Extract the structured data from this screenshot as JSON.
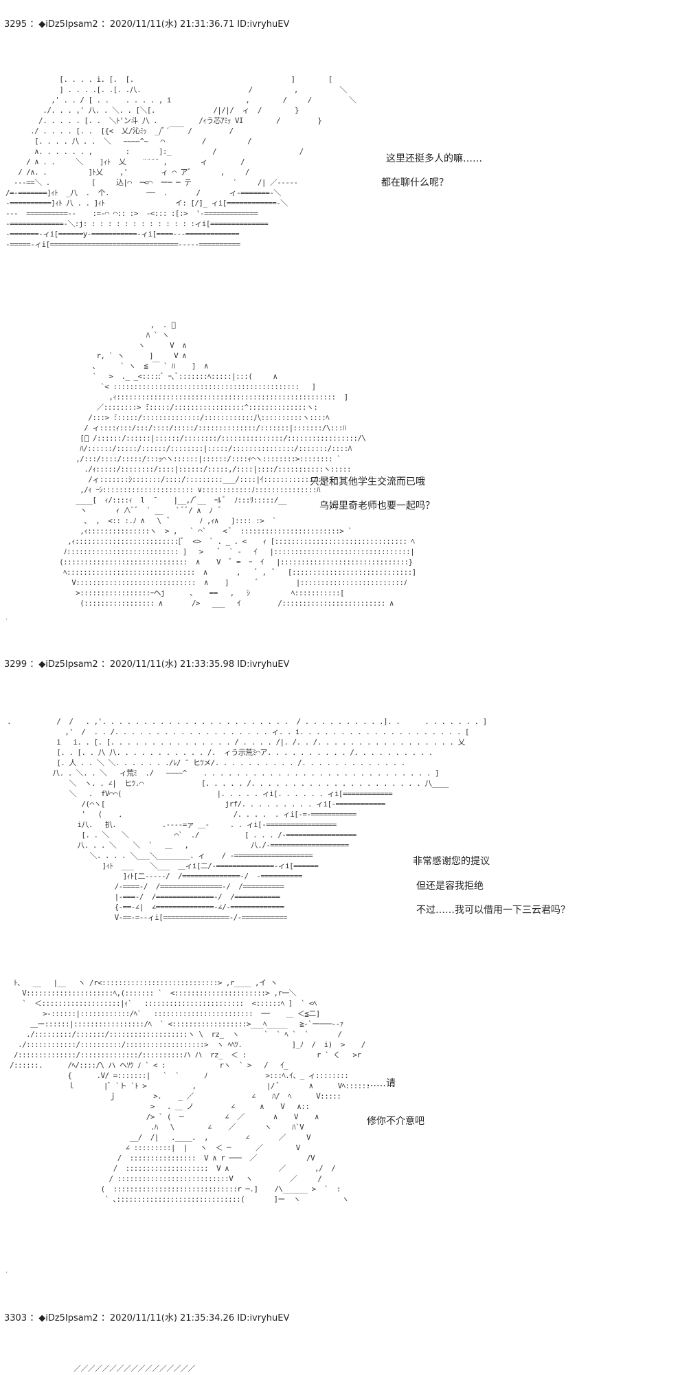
{
  "posts": [
    {
      "header": "3295 ：◆iDz5Ipsam2 ：2020/11/11(水) 21:31:36.71 ID:ivryhuEV",
      "dialogue": [
        "这里还挺多人的嘛……",
        "都在聊什么呢？",
        "只是和其他学生交流而已哦",
        "乌姆里奇老师也要一起吗？"
      ]
    },
    {
      "header": "3299 ：◆iDz5Ipsam2 ：2020/11/11(水) 21:33:35.98 ID:ivryhuEV",
      "dialogue": [
        "非常感谢您的提议",
        "但还是容我拒绝",
        "不过……我可以借用一下三云君吗？",
        "……请",
        "修你不介意吧"
      ]
    },
    {
      "header": "3303 ：◆iDz5Ipsam2 ：2020/11/11(水) 21:35:34.26 ID:ivryhuEV"
    }
  ]
}
